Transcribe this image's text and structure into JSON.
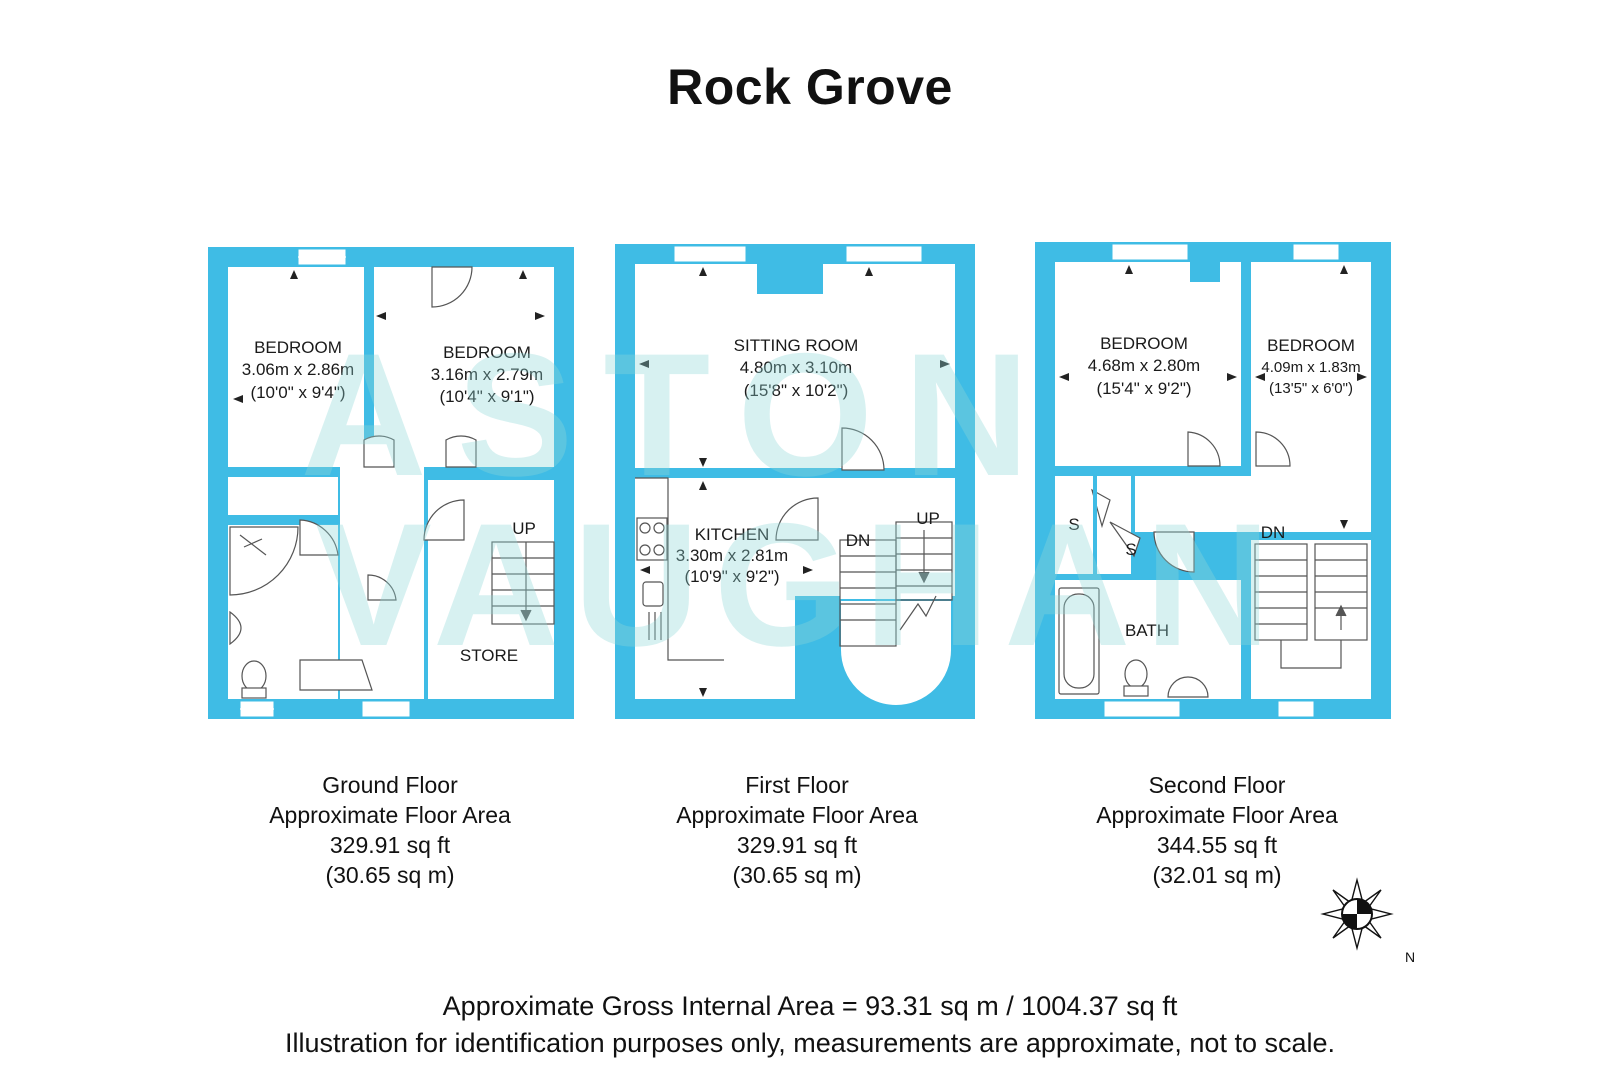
{
  "title": "Rock Grove",
  "watermark": {
    "line1": "ASTON",
    "line2": "VAUGHAN"
  },
  "colors": {
    "wall": "#3FBCE5",
    "floor": "#FFFFFF",
    "fixture": "#555555",
    "watermark": "#8FD8D8"
  },
  "ground_floor": {
    "rooms": {
      "bedroom_left": {
        "name": "BEDROOM",
        "metric": "3.06m x 2.86m",
        "imperial": "(10'0\" x 9'4\")"
      },
      "bedroom_right": {
        "name": "BEDROOM",
        "metric": "3.16m x 2.79m",
        "imperial": "(10'4\" x 9'1\")"
      },
      "store": {
        "name": "STORE"
      },
      "stairs": {
        "label": "UP"
      }
    },
    "caption": {
      "name": "Ground Floor",
      "area_label": "Approximate Floor Area",
      "sq_ft": "329.91 sq ft",
      "sq_m": "(30.65 sq m)"
    }
  },
  "first_floor": {
    "rooms": {
      "sitting_room": {
        "name": "SITTING ROOM",
        "metric": "4.80m x 3.10m",
        "imperial": "(15'8\" x 10'2\")"
      },
      "kitchen": {
        "name": "KITCHEN",
        "metric": "3.30m x 2.81m",
        "imperial": "(10'9\" x 9'2\")"
      },
      "stairs_down": {
        "label": "DN"
      },
      "stairs_up": {
        "label": "UP"
      }
    },
    "caption": {
      "name": "First Floor",
      "area_label": "Approximate Floor Area",
      "sq_ft": "329.91 sq ft",
      "sq_m": "(30.65 sq m)"
    }
  },
  "second_floor": {
    "rooms": {
      "bedroom_left": {
        "name": "BEDROOM",
        "metric": "4.68m x 2.80m",
        "imperial": "(15'4\" x 9'2\")"
      },
      "bedroom_right": {
        "name": "BEDROOM",
        "metric": "4.09m x 1.83m",
        "imperial": "(13'5\" x 6'0\")"
      },
      "storage_1": {
        "name": "S"
      },
      "storage_2": {
        "name": "S"
      },
      "bath": {
        "name": "BATH"
      },
      "stairs": {
        "label": "DN"
      }
    },
    "caption": {
      "name": "Second Floor",
      "area_label": "Approximate Floor Area",
      "sq_ft": "344.55 sq ft",
      "sq_m": "(32.01 sq m)"
    }
  },
  "compass": {
    "label": "N"
  },
  "footer": {
    "line1": "Approximate Gross Internal Area = 93.31 sq m / 1004.37 sq ft",
    "line2": "Illustration for identification purposes only, measurements are approximate, not to scale."
  }
}
